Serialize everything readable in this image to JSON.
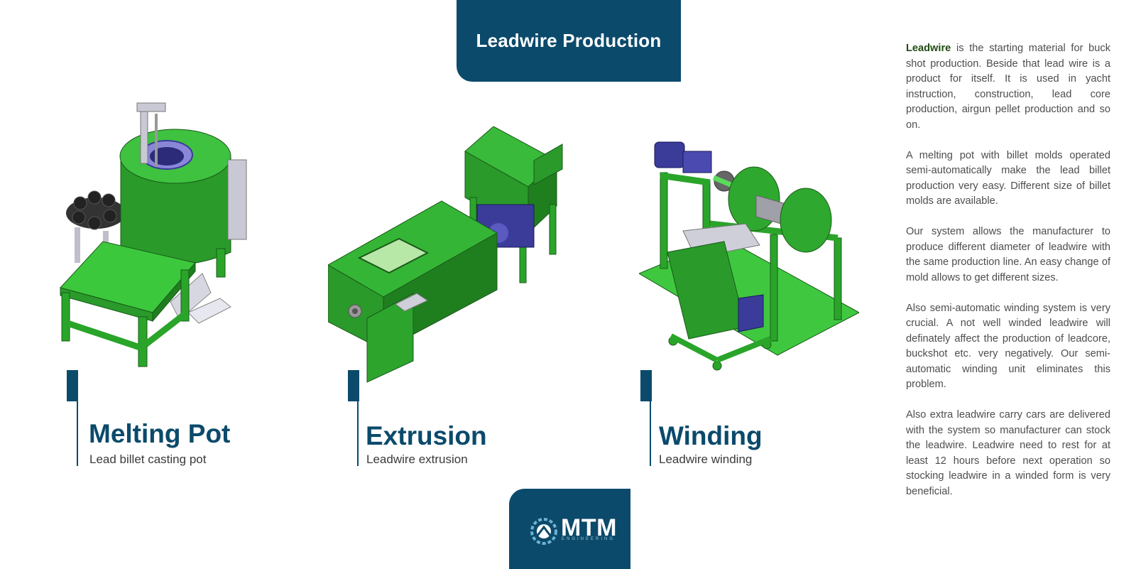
{
  "header": {
    "title": "Leadwire Production"
  },
  "products": [
    {
      "title": "Melting Pot",
      "subtitle": "Lead billet casting pot"
    },
    {
      "title": "Extrusion",
      "subtitle": "Leadwire extrusion"
    },
    {
      "title": "Winding",
      "subtitle": "Leadwire winding"
    }
  ],
  "description": {
    "p1_bold": "Leadwire",
    "p1_rest": " is the starting material for buck shot production. Beside that lead wire is a product for itself. It is used in yacht instruction, construction, lead core production, airgun pellet production and so on.",
    "p2": "A melting pot with billet molds operated semi-automatically make the lead billet production very easy. Different size of billet molds are available.",
    "p3": "Our system allows the manufacturer to produce different diameter of leadwire with the same production line. An easy change of mold allows to get different sizes.",
    "p4": "Also semi-automatic winding system is very crucial. A not well winded leadwire will definately affect the production of leadcore, buckshot etc. very negatively. Our semi-automatic winding unit eliminates this problem.",
    "p5": "Also extra leadwire carry cars are delivered with the system so manufacturer can stock the leadwire. Leadwire need to rest for at least 12 hours before next operation so stocking leadwire in a winded form is very beneficial."
  },
  "logo": {
    "text": "MTM",
    "subtext": "ENGINEERING"
  },
  "colors": {
    "brand_blue": "#0b4a6b",
    "machine_green": "#2aa52a",
    "machine_purple": "#3b3b9a"
  }
}
